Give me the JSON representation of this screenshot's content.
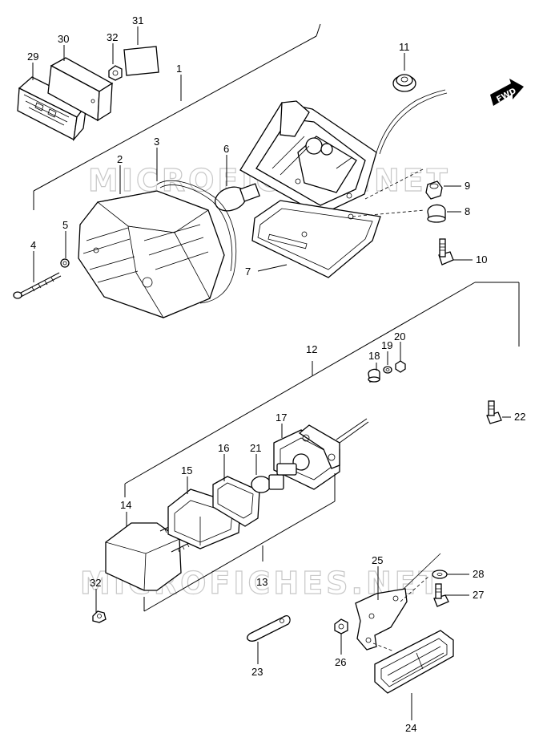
{
  "watermark": "MICROFICHES.NET",
  "fwd_label": "FWD",
  "labels": {
    "p1": "1",
    "p2": "2",
    "p3": "3",
    "p4": "4",
    "p5": "5",
    "p6": "6",
    "p7": "7",
    "p8": "8",
    "p9": "9",
    "p10": "10",
    "p11": "11",
    "p12": "12",
    "p13": "13",
    "p14": "14",
    "p15": "15",
    "p16": "16",
    "p17": "17",
    "p18": "18",
    "p19": "19",
    "p20": "20",
    "p21": "21",
    "p22": "22",
    "p23": "23",
    "p24": "24",
    "p25": "25",
    "p26": "26",
    "p27": "27",
    "p28": "28",
    "p29": "29",
    "p30": "30",
    "p31": "31",
    "p32a": "32",
    "p32b": "32"
  }
}
